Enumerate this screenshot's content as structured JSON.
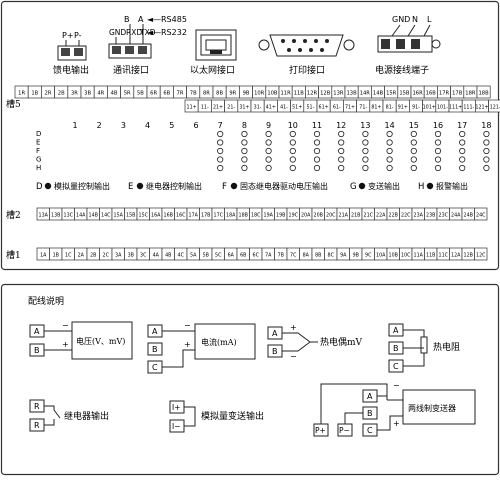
{
  "top_connectors": {
    "feed_pins": [
      "P+",
      "P-"
    ],
    "feed_label": "馈电输出",
    "comm_pins": [
      "GND",
      "RXD",
      "TXD"
    ],
    "comm_ba": [
      "B",
      "A"
    ],
    "comm_rs485": "RS485",
    "comm_rs232": "RS232",
    "comm_label": "通讯接口",
    "ethernet_label": "以太网接口",
    "printer_label": "打印接口",
    "power_pins": [
      "GND",
      "N",
      "L"
    ],
    "power_label": "电源接线端子"
  },
  "slot5": {
    "label": "槽5",
    "top_row": [
      "1R",
      "1B",
      "2R",
      "2B",
      "3R",
      "3B",
      "4R",
      "4B",
      "5R",
      "5B",
      "6R",
      "6B",
      "7R",
      "7B",
      "8R",
      "8B",
      "9R",
      "9B",
      "10R",
      "10B",
      "11R",
      "11B",
      "12R",
      "12B",
      "13R",
      "13B",
      "14R",
      "14B",
      "15R",
      "15B",
      "16R",
      "16B",
      "17R",
      "17B",
      "18R",
      "18B"
    ],
    "bottom_row": [
      "11+",
      "11-",
      "21+",
      "21-",
      "31+",
      "31-",
      "41+",
      "41-",
      "51+",
      "51-",
      "61+",
      "61-",
      "71+",
      "71-",
      "81+",
      "81-",
      "91+",
      "91-",
      "101+",
      "101-",
      "111+",
      "111-",
      "121+",
      "121-"
    ]
  },
  "channels": {
    "numbers": [
      "1",
      "2",
      "3",
      "4",
      "5",
      "6",
      "7",
      "8",
      "9",
      "10",
      "11",
      "12",
      "13",
      "14",
      "15",
      "16",
      "17",
      "18"
    ],
    "row_letters": [
      "D",
      "E",
      "F",
      "G",
      "H"
    ]
  },
  "legend": [
    {
      "key": "D",
      "text": "模拟量控制输出"
    },
    {
      "key": "E",
      "text": "继电器控制输出"
    },
    {
      "key": "F",
      "text": "固态继电器驱动电压输出"
    },
    {
      "key": "G",
      "text": "变送输出"
    },
    {
      "key": "H",
      "text": "报警输出"
    }
  ],
  "slot2": {
    "label": "槽2",
    "cells": [
      "13A",
      "13B",
      "13C",
      "14A",
      "14B",
      "14C",
      "15A",
      "15B",
      "15C",
      "16A",
      "16B",
      "16C",
      "17A",
      "17B",
      "17C",
      "18A",
      "18B",
      "18C",
      "19A",
      "19B",
      "19C",
      "20A",
      "20B",
      "20C",
      "21A",
      "21B",
      "21C",
      "22A",
      "22B",
      "22C",
      "23A",
      "23B",
      "23C",
      "24A",
      "24B",
      "24C"
    ]
  },
  "slot1": {
    "label": "槽1",
    "cells": [
      "1A",
      "1B",
      "1C",
      "2A",
      "2B",
      "2C",
      "3A",
      "3B",
      "3C",
      "4A",
      "4B",
      "4C",
      "5A",
      "5B",
      "5C",
      "6A",
      "6B",
      "6C",
      "7A",
      "7B",
      "7C",
      "8A",
      "8B",
      "8C",
      "9A",
      "9B",
      "9C",
      "10A",
      "10B",
      "10C",
      "11A",
      "11B",
      "11C",
      "12A",
      "12B",
      "12C"
    ]
  },
  "wiring": {
    "title": "配线说明",
    "voltage": {
      "pins": [
        "A",
        "B"
      ],
      "minus": "−",
      "plus": "+",
      "label": "电压(V、mV)"
    },
    "current": {
      "pins": [
        "A",
        "B",
        "C"
      ],
      "minus": "−",
      "plus": "+",
      "label": "电流(mA)"
    },
    "thermocouple": {
      "pins": [
        "A",
        "B"
      ],
      "plus": "+",
      "minus": "−",
      "label": "热电偶mV"
    },
    "rtd": {
      "pins": [
        "A",
        "B",
        "C"
      ],
      "label": "热电阻"
    },
    "relay": {
      "pins": [
        "R",
        "R"
      ],
      "label": "继电器输出"
    },
    "analog": {
      "pins": [
        "I+",
        "I−"
      ],
      "label": "模拟量变送输出"
    },
    "two_wire": {
      "pins": [
        "A",
        "B",
        "C"
      ],
      "power": [
        "P+",
        "P−"
      ],
      "minus": "−",
      "plus": "+",
      "label": "两线制变送器"
    }
  }
}
